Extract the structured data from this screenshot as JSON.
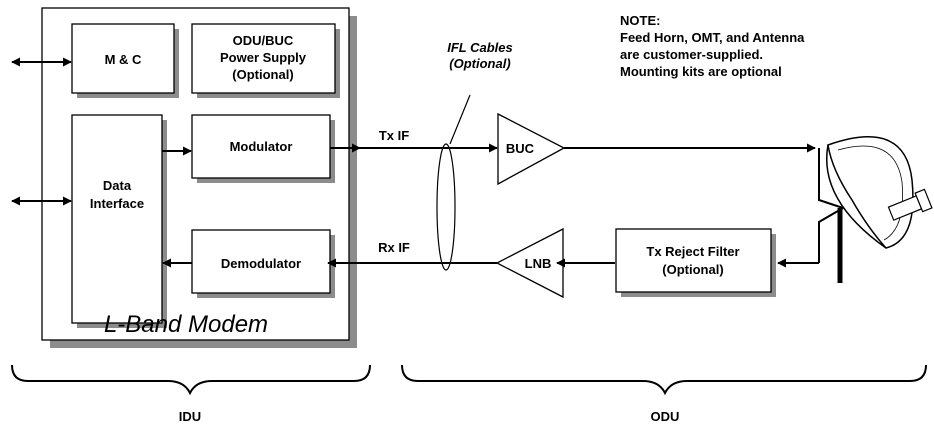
{
  "idu": {
    "mc_label": "M & C",
    "odu_ps_line1": "ODU/BUC",
    "odu_ps_line2": "Power Supply",
    "odu_ps_line3": "(Optional)",
    "data_if_line1": "Data",
    "data_if_line2": "Interface",
    "modulator_label": "Modulator",
    "demodulator_label": "Demodulator",
    "modem_title": "L-Band Modem"
  },
  "ifl": {
    "line1": "IFL Cables",
    "line2": "(Optional)",
    "tx_label": "Tx IF",
    "rx_label": "Rx IF"
  },
  "odu": {
    "buc_label": "BUC",
    "lnb_label": "LNB",
    "filter_line1": "Tx Reject Filter",
    "filter_line2": "(Optional)"
  },
  "note": {
    "line1": "NOTE:",
    "line2": "Feed Horn, OMT, and Antenna",
    "line3": "are customer-supplied.",
    "line4": "Mounting kits are optional"
  },
  "footer": {
    "idu_label": "IDU",
    "odu_label": "ODU"
  }
}
